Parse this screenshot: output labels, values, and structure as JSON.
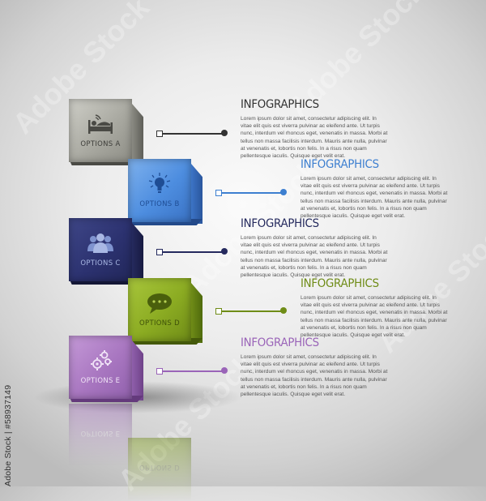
{
  "credit": "Adobe Stock | #58937149",
  "watermark_text": "Adobe Stock",
  "colors": {
    "option_a": "#a9a9a1",
    "option_b": "#4d8ddf",
    "option_c": "#2c3270",
    "option_d": "#8bab22",
    "option_e": "#a876c0",
    "title_a": "#333333",
    "title_b": "#3d7fd0",
    "title_c": "#252a5e",
    "title_d": "#6f8c17",
    "title_e": "#9a64b8"
  },
  "options": [
    {
      "label": "OPTIONS A",
      "icon": "bed-wifi-icon"
    },
    {
      "label": "OPTIONS B",
      "icon": "lightbulb-icon"
    },
    {
      "label": "OPTIONS C",
      "icon": "people-group-icon"
    },
    {
      "label": "OPTIONS D",
      "icon": "speech-bubble-icon"
    },
    {
      "label": "OPTIONS E",
      "icon": "gears-icon"
    }
  ],
  "blocks": [
    {
      "title": "INFOGRAPHICS",
      "body": "Lorem ipsum dolor sit amet, consectetur adipiscing elit. In vitae elit quis est viverra pulvinar ac eleifend ante. Ut turpis nunc, interdum vel rhoncus eget, venenatis in massa. Morbi at tellus non massa facilisis interdum. Mauris ante nulla, pulvinar at venenatis et, lobortis non felis. In a risus non quam pellentesque iaculis. Quisque eget velit erat."
    },
    {
      "title": "INFOGRAPHICS",
      "body": "Lorem ipsum dolor sit amet, consectetur adipiscing elit. In vitae elit quis est viverra pulvinar ac eleifend ante. Ut turpis nunc, interdum vel rhoncus eget, venenatis in massa. Morbi at tellus non massa facilisis interdum. Mauris ante nulla, pulvinar at venenatis et, lobortis non felis. In a risus non quam pellentesque iaculis. Quisque eget velit erat."
    },
    {
      "title": "INFOGRAPHICS",
      "body": "Lorem ipsum dolor sit amet, consectetur adipiscing elit. In vitae elit quis est viverra pulvinar ac eleifend ante. Ut turpis nunc, interdum vel rhoncus eget, venenatis in massa. Morbi at tellus non massa facilisis interdum. Mauris ante nulla, pulvinar at venenatis et, lobortis non felis. In a risus non quam pellentesque iaculis. Quisque eget velit erat."
    },
    {
      "title": "INFOGRAPHICS",
      "body": "Lorem ipsum dolor sit amet, consectetur adipiscing elit. In vitae elit quis est viverra pulvinar ac eleifend ante. Ut turpis nunc, interdum vel rhoncus eget, venenatis in massa. Morbi at tellus non massa facilisis interdum. Mauris ante nulla, pulvinar at venenatis et, lobortis non felis. In a risus non quam pellentesque iaculis. Quisque eget velit erat."
    },
    {
      "title": "INFOGRAPHICS",
      "body": "Lorem ipsum dolor sit amet, consectetur adipiscing elit. In vitae elit quis est viverra pulvinar ac eleifend ante. Ut turpis nunc, interdum vel rhoncus eget, venenatis in massa. Morbi at tellus non massa facilisis interdum. Mauris ante nulla, pulvinar at venenatis et, lobortis non felis. In a risus non quam pellentesque iaculis. Quisque eget velit erat."
    }
  ]
}
